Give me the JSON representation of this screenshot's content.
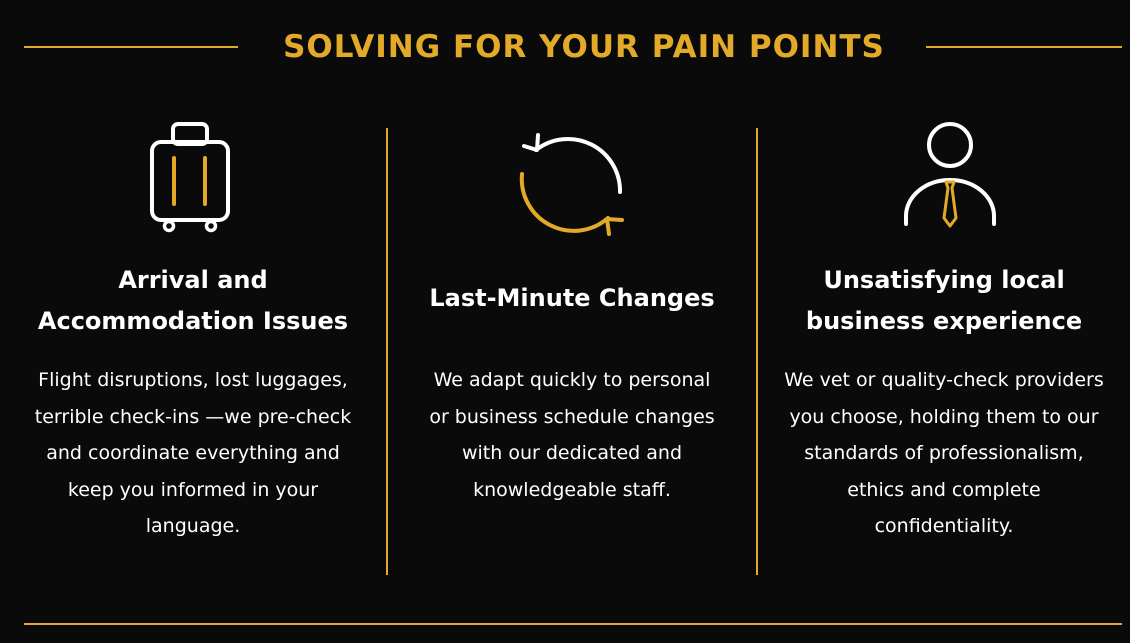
{
  "header": {
    "title": "SOLVING FOR YOUR PAIN POINTS"
  },
  "colors": {
    "background": "#0a0a0b",
    "accent": "#e3aa2a",
    "text": "#ffffff"
  },
  "columns": [
    {
      "icon": "suitcase-icon",
      "heading_lines": [
        "Arrival and",
        "Accommodation Issues"
      ],
      "body_lines": [
        "Flight disruptions, lost luggages,",
        "terrible check-ins —we pre-check",
        "and coordinate everything and",
        "keep you informed in your",
        "language."
      ]
    },
    {
      "icon": "refresh-cycle-icon",
      "heading_lines": [
        "Last-Minute Changes"
      ],
      "body_lines": [
        "We adapt quickly to personal",
        "or business schedule changes",
        "with our dedicated and",
        "knowledgeable staff."
      ]
    },
    {
      "icon": "business-person-icon",
      "heading_lines": [
        "Unsatisfying local",
        "business experience"
      ],
      "body_lines": [
        "We vet or quality-check providers",
        "you choose, holding them to our",
        "standards of professionalism,",
        "ethics and complete",
        "confidentiality."
      ]
    }
  ]
}
